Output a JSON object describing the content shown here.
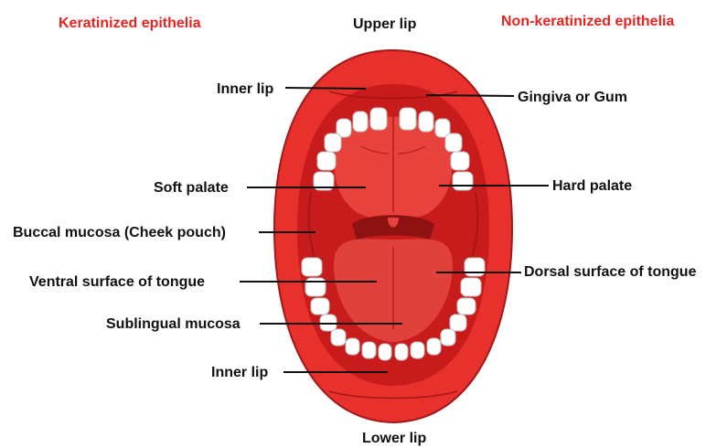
{
  "headers": {
    "left": "Keratinized epithelia",
    "right": "Non-keratinized epithelia"
  },
  "labels": {
    "upper_lip": "Upper lip",
    "lower_lip": "Lower lip",
    "inner_lip_top": "Inner lip",
    "inner_lip_bottom": "Inner lip",
    "gingiva": "Gingiva or Gum",
    "soft_palate": "Soft palate",
    "hard_palate": "Hard palate",
    "buccal_mucosa": "Buccal mucosa (Cheek pouch)",
    "ventral_tongue": "Ventral surface of tongue",
    "dorsal_tongue": "Dorsal surface of tongue",
    "sublingual": "Sublingual mucosa"
  },
  "colors": {
    "header_red": "#e8231f",
    "lip_red": "#e8302c",
    "cavity_red": "#d21e1e",
    "palate_red": "#e83a36",
    "tongue_red": "#e0413c",
    "tooth_white": "#ffffff",
    "label_black": "#111111"
  }
}
